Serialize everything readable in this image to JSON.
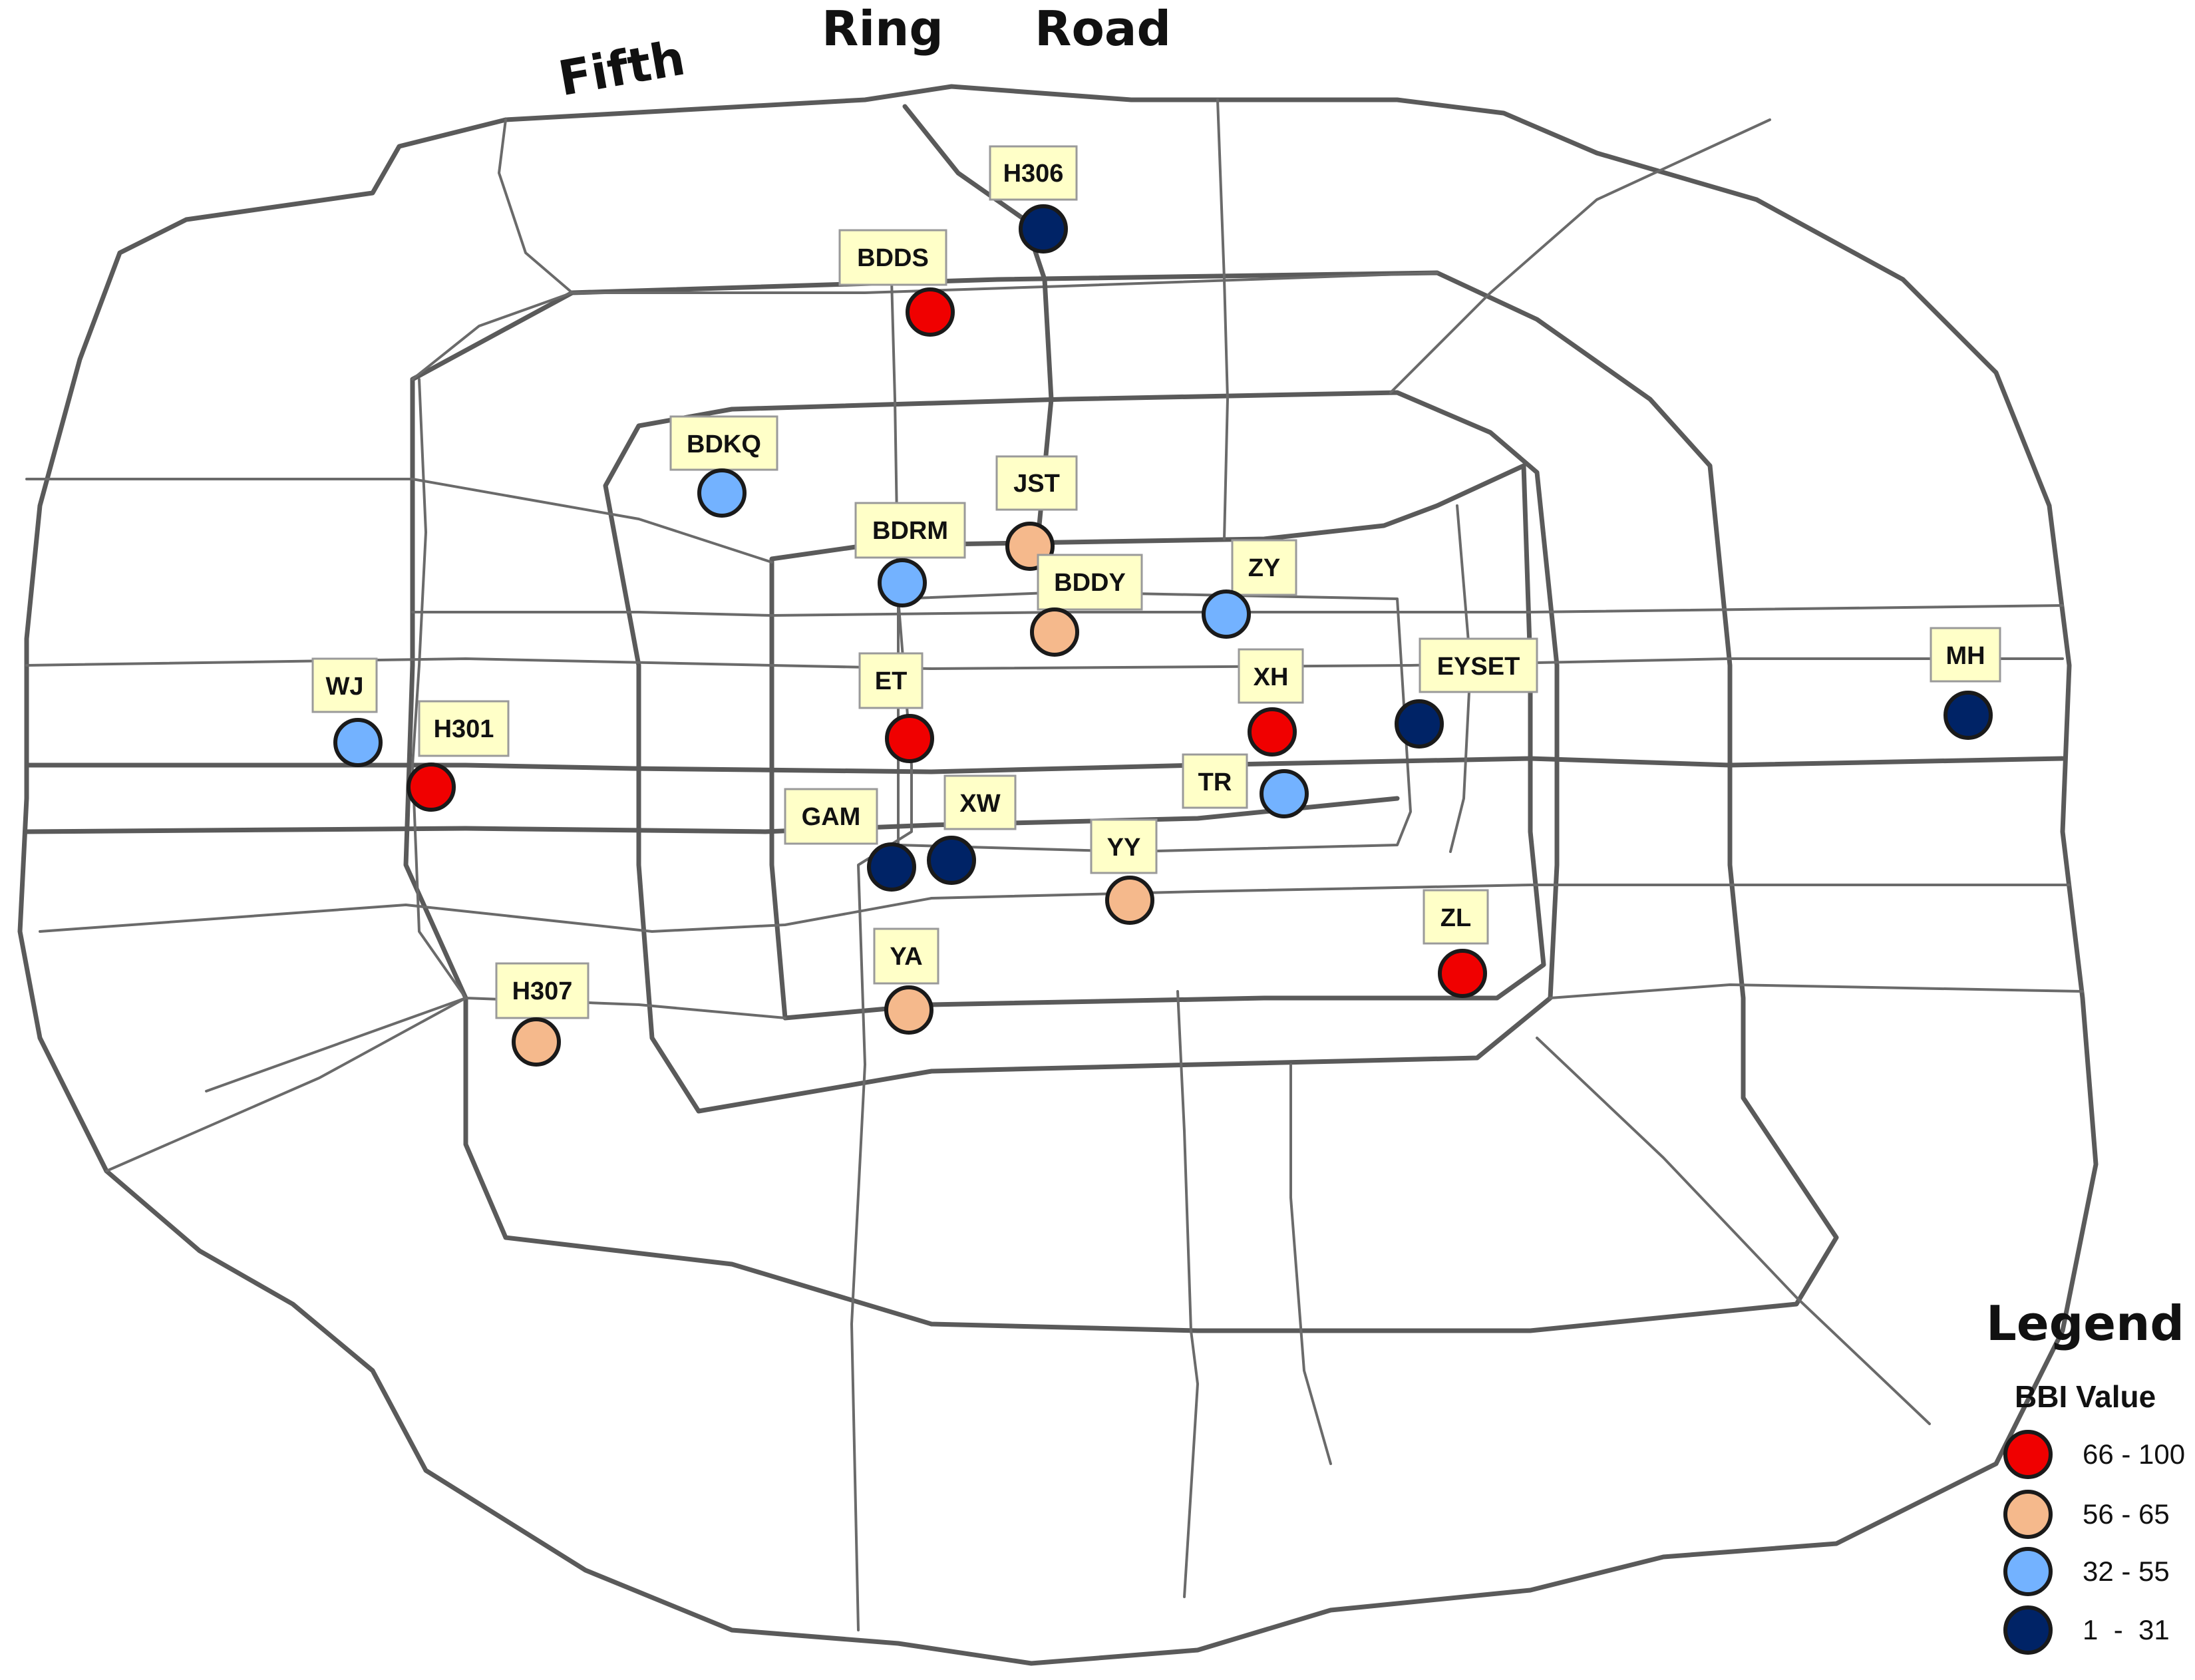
{
  "ring_road_label": {
    "words": [
      "Fifth",
      "Ring",
      "Road"
    ]
  },
  "legend": {
    "title": "Legend",
    "subtitle": "BBI Value",
    "classes": [
      {
        "range": "66 - 100",
        "color": "#f00000"
      },
      {
        "range": "56 - 65",
        "color": "#f5b98c"
      },
      {
        "range": "32 - 55",
        "color": "#73b2ff"
      },
      {
        "range": "1  -  31",
        "color": "#002366"
      }
    ]
  },
  "stations": [
    {
      "id": "H306",
      "class": 3
    },
    {
      "id": "BDDS",
      "class": 0
    },
    {
      "id": "BDKQ",
      "class": 2
    },
    {
      "id": "JST",
      "class": 1
    },
    {
      "id": "BDRM",
      "class": 2
    },
    {
      "id": "BDDY",
      "class": 1
    },
    {
      "id": "ZY",
      "class": 2
    },
    {
      "id": "XH",
      "class": 0
    },
    {
      "id": "EYSET",
      "class": 3
    },
    {
      "id": "MH",
      "class": 3
    },
    {
      "id": "WJ",
      "class": 2
    },
    {
      "id": "H301",
      "class": 0
    },
    {
      "id": "ET",
      "class": 0
    },
    {
      "id": "TR",
      "class": 2
    },
    {
      "id": "GAM",
      "class": 3
    },
    {
      "id": "XW",
      "class": 3
    },
    {
      "id": "YY",
      "class": 1
    },
    {
      "id": "ZL",
      "class": 0
    },
    {
      "id": "YA",
      "class": 1
    },
    {
      "id": "H307",
      "class": 1
    }
  ]
}
